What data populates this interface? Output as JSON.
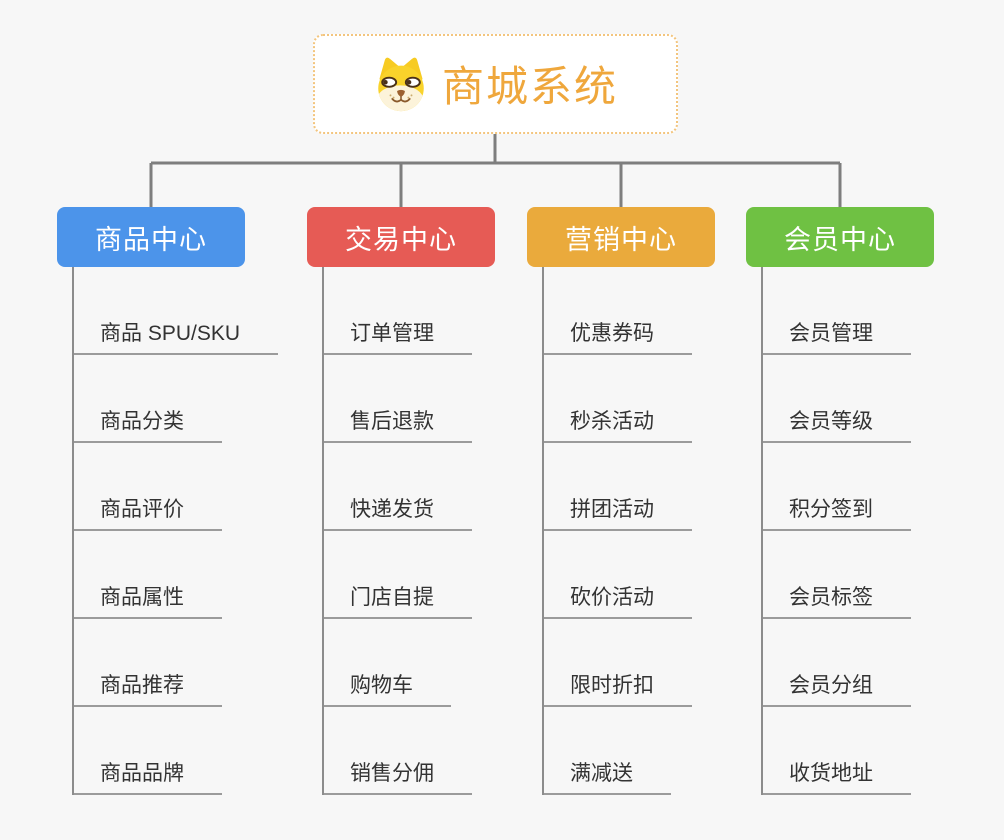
{
  "root": {
    "title": "商城系统",
    "icon": "shiba-dog-icon"
  },
  "branches": [
    {
      "label": "商品中心",
      "color": "#4C94EA",
      "children": [
        "商品 SPU/SKU",
        "商品分类",
        "商品评价",
        "商品属性",
        "商品推荐",
        "商品品牌"
      ]
    },
    {
      "label": "交易中心",
      "color": "#E65B55",
      "children": [
        "订单管理",
        "售后退款",
        "快递发货",
        "门店自提",
        "购物车",
        "销售分佣"
      ]
    },
    {
      "label": "营销中心",
      "color": "#EAAA3C",
      "children": [
        "优惠券码",
        "秒杀活动",
        "拼团活动",
        "砍价活动",
        "限时折扣",
        "满减送"
      ]
    },
    {
      "label": "会员中心",
      "color": "#6FC143",
      "children": [
        "会员管理",
        "会员等级",
        "积分签到",
        "会员标签",
        "会员分组",
        "收货地址"
      ]
    }
  ],
  "colors": {
    "background": "#F7F7F7",
    "connector_line": "#7E7E7E",
    "child_line": "#8C8C8C",
    "underline": "#9B9B9B",
    "root_text": "#EFA73C",
    "root_border": "#F3C57E",
    "child_text": "#333333"
  }
}
